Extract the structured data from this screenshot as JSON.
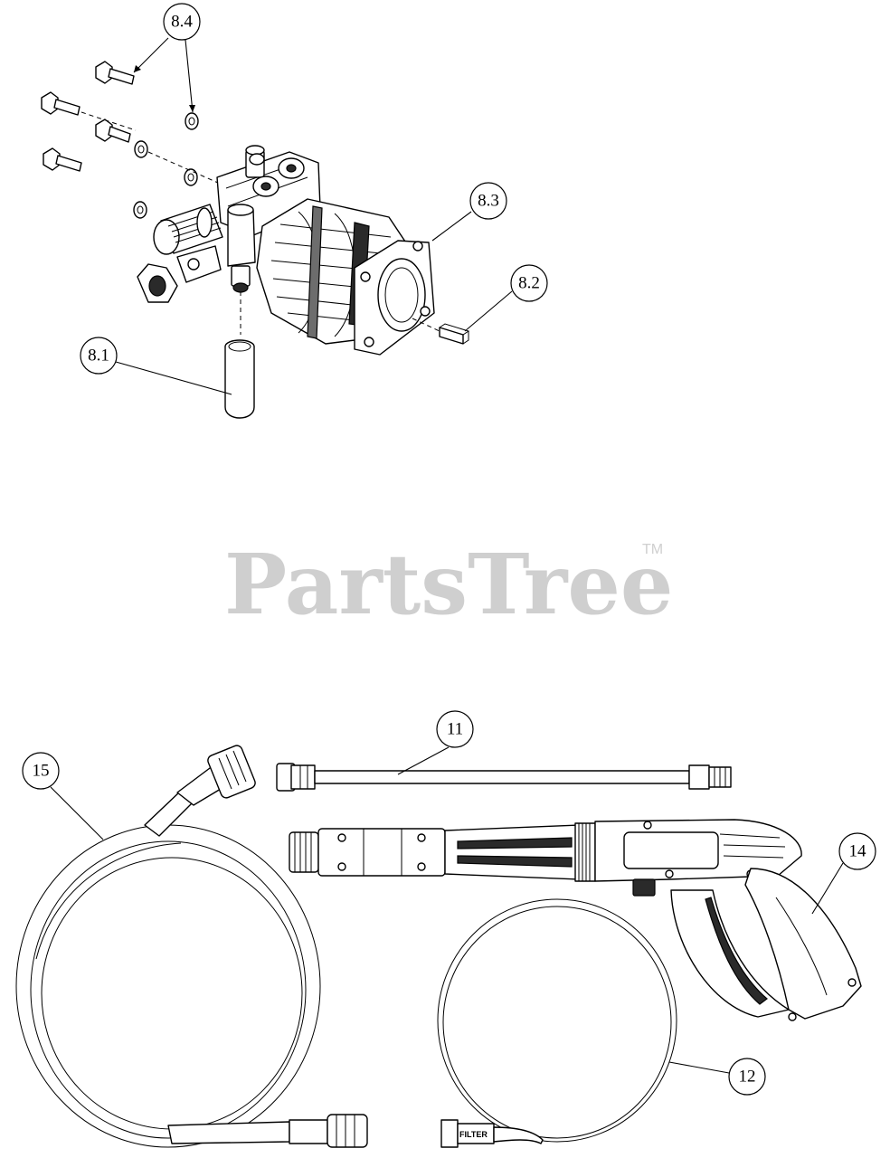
{
  "watermark": {
    "text": "PartsTree",
    "tm": "TM"
  },
  "callouts": {
    "c84": "8.4",
    "c83": "8.3",
    "c82": "8.2",
    "c81": "8.1",
    "c11": "11",
    "c15": "15",
    "c14": "14",
    "c12": "12"
  },
  "labels": {
    "filter": "FILTER"
  }
}
